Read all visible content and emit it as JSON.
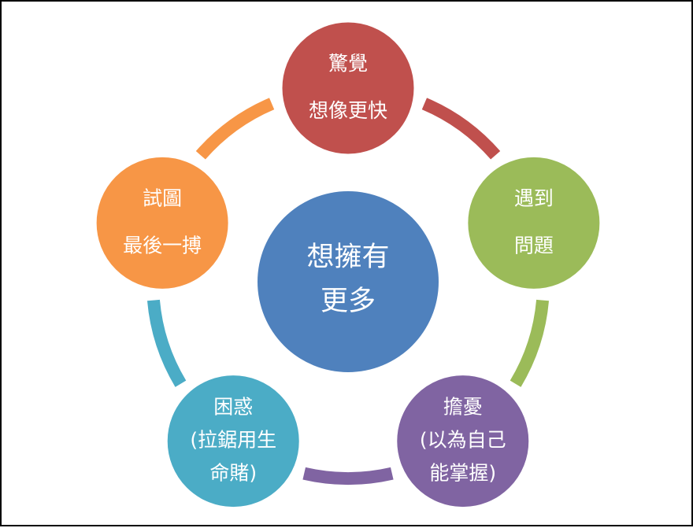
{
  "center": {
    "lines": [
      "想擁有",
      "更多"
    ],
    "color": "#4f81bd"
  },
  "nodes": [
    {
      "id": "surprise",
      "lines": [
        "驚覺",
        "想像更快"
      ],
      "color": "#c0504d"
    },
    {
      "id": "problem",
      "lines": [
        "遇到",
        "問題"
      ],
      "color": "#9bbb59"
    },
    {
      "id": "worry",
      "lines": [
        "擔憂",
        "(以為自己",
        "能掌握)"
      ],
      "color": "#8064a2"
    },
    {
      "id": "confused",
      "lines": [
        "困惑",
        "(拉鋸用生",
        "命賭)"
      ],
      "color": "#4bacc6"
    },
    {
      "id": "last-try",
      "lines": [
        "試圖",
        "最後一搏"
      ],
      "color": "#f79646"
    }
  ],
  "arcs": [
    {
      "from": "surprise",
      "to": "problem",
      "color": "#c0504d"
    },
    {
      "from": "problem",
      "to": "worry",
      "color": "#9bbb59"
    },
    {
      "from": "worry",
      "to": "confused",
      "color": "#8064a2"
    },
    {
      "from": "confused",
      "to": "last-try",
      "color": "#4bacc6"
    },
    {
      "from": "last-try",
      "to": "surprise",
      "color": "#f79646"
    }
  ]
}
